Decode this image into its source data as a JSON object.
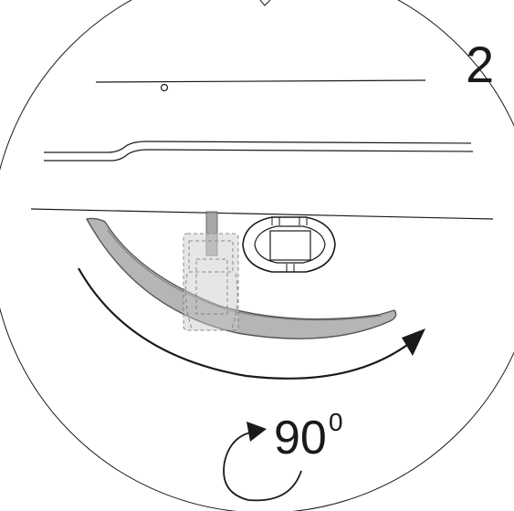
{
  "step": {
    "number": "2"
  },
  "rotation": {
    "value": "90",
    "superscript": "0"
  },
  "colors": {
    "line": "#1a1a1a",
    "blade_fill": "#b5b5b5",
    "blade_outline": "#555555",
    "ghost_fill": "#c9c9c9",
    "rail_fill": "#ffffff"
  },
  "icons": {
    "rotate_arrow": "rotate-ccw-arrow-icon",
    "swing_arrow": "curved-arrow-icon"
  }
}
